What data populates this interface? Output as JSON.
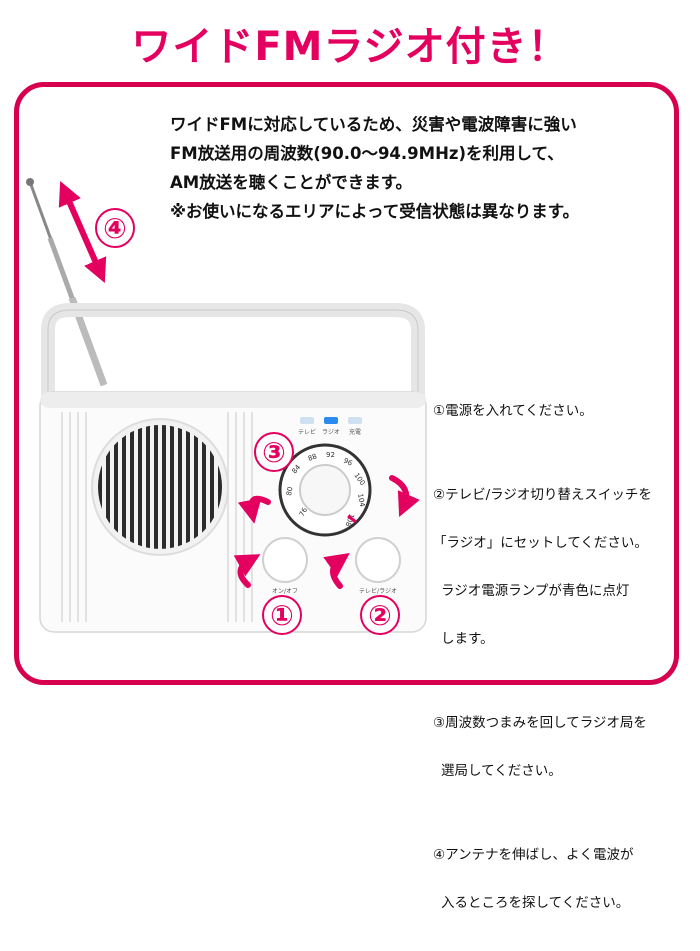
{
  "title": "ワイドFMラジオ付き！",
  "intro": [
    "ワイドFMに対応しているため、災害や電波障害に強い",
    "FM放送用の周波数(90.0〜94.9MHz)を利用して、",
    "AM放送を聴くことができます。",
    "※お使いになるエリアによって受信状態は異なります。"
  ],
  "steps": [
    {
      "lines": [
        "①電源を入れてください。"
      ]
    },
    {
      "lines": [
        "②テレビ/ラジオ切り替えスイッチを",
        "「ラジオ」にセットしてください。",
        " ラジオ電源ランプが青色に点灯",
        " します。"
      ]
    },
    {
      "lines": [
        "③周波数つまみを回してラジオ局を",
        " 選局してください。"
      ]
    },
    {
      "lines": [
        "④アンテナを伸ばし、よく電波が",
        " 入るところを探してください。"
      ]
    }
  ],
  "radio": {
    "lamp_labels": [
      "テレビ",
      "ラジオ",
      "充電"
    ],
    "dial_numbers": [
      "76",
      "80",
      "84",
      "88",
      "92",
      "96",
      "100",
      "104",
      "108"
    ],
    "knob_left_label": "オン/オフ",
    "knob_right_label": "テレビ/ラジオ"
  },
  "markers": [
    "①",
    "②",
    "③",
    "④"
  ],
  "colors": {
    "accent": "#e4005f",
    "frame": "#d7004f",
    "lamp_blue": "#2a8bef"
  }
}
